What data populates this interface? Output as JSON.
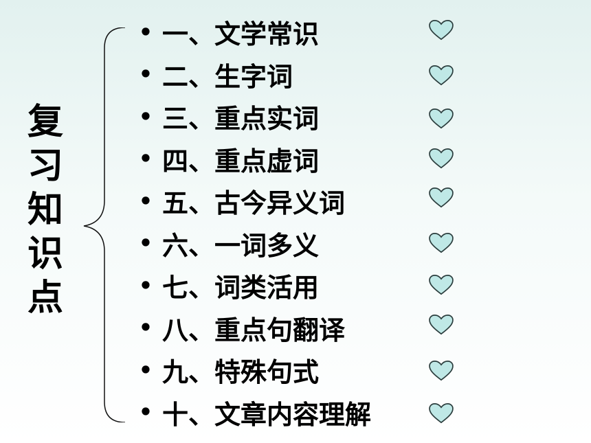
{
  "slide": {
    "side_title": [
      "复",
      "习",
      "知",
      "识",
      "点"
    ],
    "items": [
      "一、文学常识",
      "二、生字词",
      "三、重点实词",
      "四、重点虚词",
      "五、古今异义词",
      "六、一词多义",
      "七、词类活用",
      "八、重点句翻译",
      "九、特殊句式",
      "十、文章内容理解"
    ],
    "bullet": "•",
    "heart_fill": "#bfe8e6",
    "heart_stroke": "#2b3d3d"
  }
}
